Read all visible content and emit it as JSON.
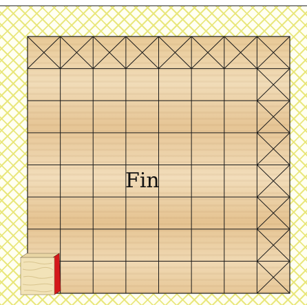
{
  "board": {
    "rows": 8,
    "cols": 8,
    "blocked_top_row": [
      0,
      1,
      2,
      3,
      4,
      5,
      6,
      7
    ],
    "blocked_right_col": [
      0,
      1,
      2,
      3,
      4,
      5,
      6,
      7
    ]
  },
  "status": {
    "message": "Fin"
  },
  "piece": {
    "face_color": "#f2e3b8",
    "side_color": "#d4181a"
  },
  "colors": {
    "lattice": "#ece97a",
    "grid_line": "#1a1a1a",
    "wood_light": "#f1dcb8",
    "wood_dark": "#e6c595"
  }
}
